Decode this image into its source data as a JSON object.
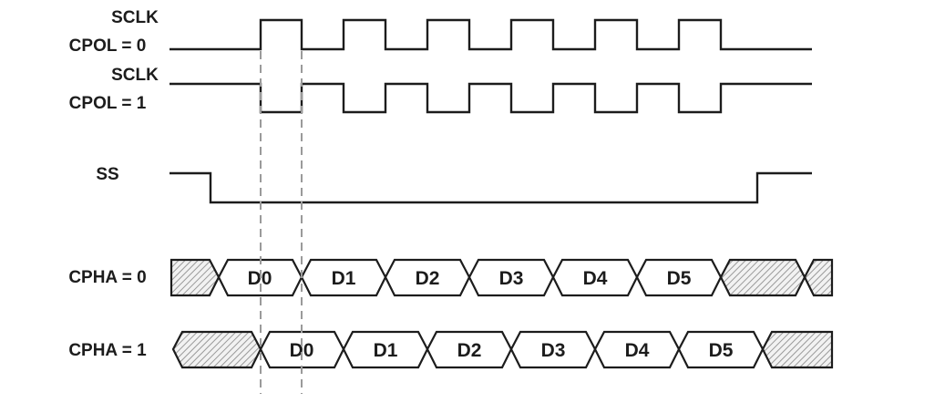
{
  "labels": {
    "sclk_cpol0_line1": "SCLK",
    "sclk_cpol0_line2": "CPOL = 0",
    "sclk_cpol1_line1": "SCLK",
    "sclk_cpol1_line2": "CPOL = 1",
    "ss": "SS",
    "cpha0": "CPHA = 0",
    "cpha1": "CPHA = 1"
  },
  "cpha0_bits": [
    "D0",
    "D1",
    "D2",
    "D3",
    "D4",
    "D5"
  ],
  "cpha1_bits": [
    "D0",
    "D1",
    "D2",
    "D3",
    "D4",
    "D5"
  ],
  "colors": {
    "line": "#1c1c1c",
    "guide": "#9a9a9a",
    "hatch": "#9a9a9a"
  }
}
